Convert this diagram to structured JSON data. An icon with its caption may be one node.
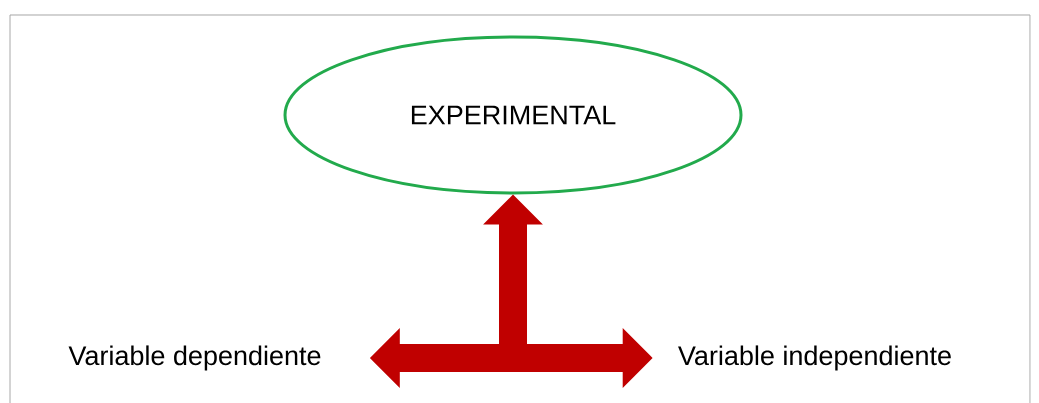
{
  "diagram": {
    "nodes": [
      {
        "text": [
          "EXPERIMENTAL"
        ]
      },
      {
        "text": [
          "Variable dependiente"
        ]
      },
      {
        "text": [
          "Variable independiente"
        ]
      }
    ],
    "edges": [
      {
        "from": 1,
        "to": 0,
        "arrow": "both"
      },
      {
        "from": 0,
        "to": 2,
        "arrow": "to"
      }
    ]
  }
}
